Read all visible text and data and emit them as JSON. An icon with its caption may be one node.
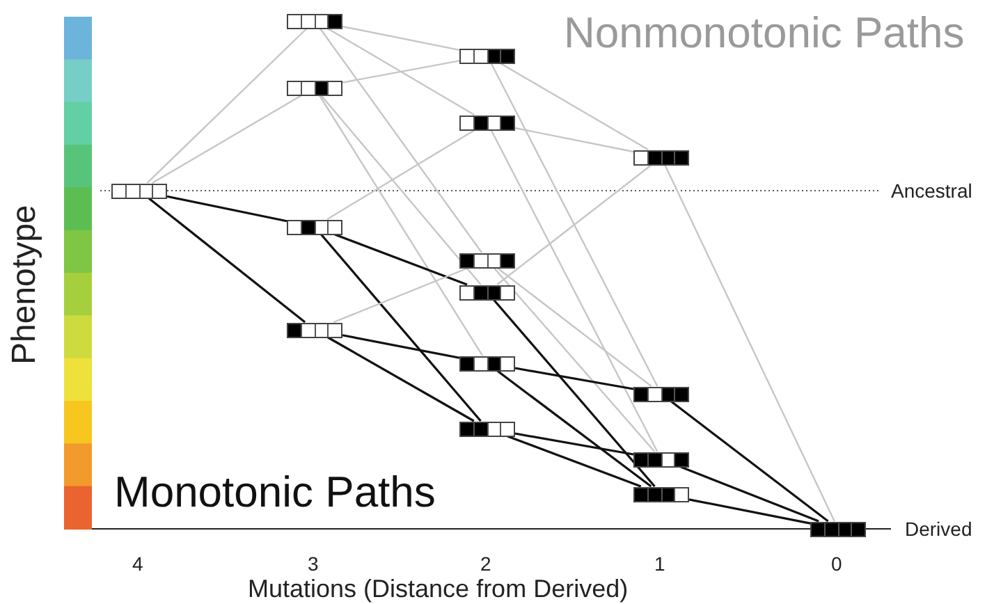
{
  "diagram": {
    "nodes": [
      {
        "text": [],
        "shape": "box"
      },
      {
        "text": [],
        "shape": "box"
      },
      {
        "text": [],
        "shape": "box"
      },
      {
        "text": [],
        "shape": "box"
      },
      {
        "text": [],
        "shape": "box"
      },
      {
        "text": [],
        "shape": "box"
      },
      {
        "text": [],
        "shape": "box"
      },
      {
        "text": [],
        "shape": "box"
      },
      {
        "text": [],
        "shape": "box"
      },
      {
        "text": [],
        "shape": "box"
      },
      {
        "text": [],
        "shape": "box"
      },
      {
        "text": [],
        "shape": "box"
      },
      {
        "text": [],
        "shape": "box"
      },
      {
        "text": [],
        "shape": "box"
      },
      {
        "text": [],
        "shape": "box"
      },
      {
        "text": [],
        "shape": "box"
      }
    ],
    "edges": [
      {
        "from": 0,
        "to": 1,
        "arrow": "none"
      },
      {
        "from": 0,
        "to": 2,
        "arrow": "none"
      },
      {
        "from": 0,
        "to": 3,
        "arrow": "none",
        "color": "#111111"
      },
      {
        "from": 0,
        "to": 4,
        "arrow": "none",
        "color": "#111111"
      },
      {
        "from": 1,
        "to": 5,
        "arrow": "none"
      },
      {
        "from": 1,
        "to": 6,
        "arrow": "none"
      },
      {
        "from": 1,
        "to": 7,
        "arrow": "none"
      },
      {
        "from": 2,
        "to": 5,
        "arrow": "none"
      },
      {
        "from": 2,
        "to": 8,
        "arrow": "none"
      },
      {
        "from": 2,
        "to": 9,
        "arrow": "none"
      },
      {
        "from": 3,
        "to": 6,
        "arrow": "none"
      },
      {
        "from": 3,
        "to": 8,
        "arrow": "none",
        "color": "#111111"
      },
      {
        "from": 3,
        "to": 10,
        "arrow": "none",
        "color": "#111111"
      },
      {
        "from": 4,
        "to": 7,
        "arrow": "none"
      },
      {
        "from": 4,
        "to": 9,
        "arrow": "none",
        "color": "#111111"
      },
      {
        "from": 4,
        "to": 10,
        "arrow": "none",
        "color": "#111111"
      },
      {
        "from": 5,
        "to": 11,
        "arrow": "none"
      },
      {
        "from": 5,
        "to": 12,
        "arrow": "none"
      },
      {
        "from": 6,
        "to": 11,
        "arrow": "none"
      },
      {
        "from": 6,
        "to": 13,
        "arrow": "none"
      },
      {
        "from": 7,
        "to": 12,
        "arrow": "none"
      },
      {
        "from": 7,
        "to": 13,
        "arrow": "none"
      },
      {
        "from": 8,
        "to": 11,
        "arrow": "none"
      },
      {
        "from": 8,
        "to": 14,
        "arrow": "none",
        "color": "#111111"
      },
      {
        "from": 9,
        "to": 12,
        "arrow": "none",
        "color": "#111111"
      },
      {
        "from": 9,
        "to": 14,
        "arrow": "none",
        "color": "#111111"
      },
      {
        "from": 10,
        "to": 13,
        "arrow": "none",
        "color": "#111111"
      },
      {
        "from": 10,
        "to": 14,
        "arrow": "none",
        "color": "#111111"
      },
      {
        "from": 11,
        "to": 15,
        "arrow": "none"
      },
      {
        "from": 12,
        "to": 15,
        "arrow": "none",
        "color": "#111111"
      },
      {
        "from": 13,
        "to": 15,
        "arrow": "none",
        "color": "#111111"
      },
      {
        "from": 14,
        "to": 15,
        "arrow": "none",
        "color": "#111111"
      }
    ],
    "labels": [
      "Nonmonotonic Paths",
      "Ancestral",
      "Phenotype",
      "Monotonic Paths",
      "Derived",
      "4",
      "3",
      "2",
      "1",
      "0",
      "Mutations (Distance from Derived)"
    ]
  }
}
